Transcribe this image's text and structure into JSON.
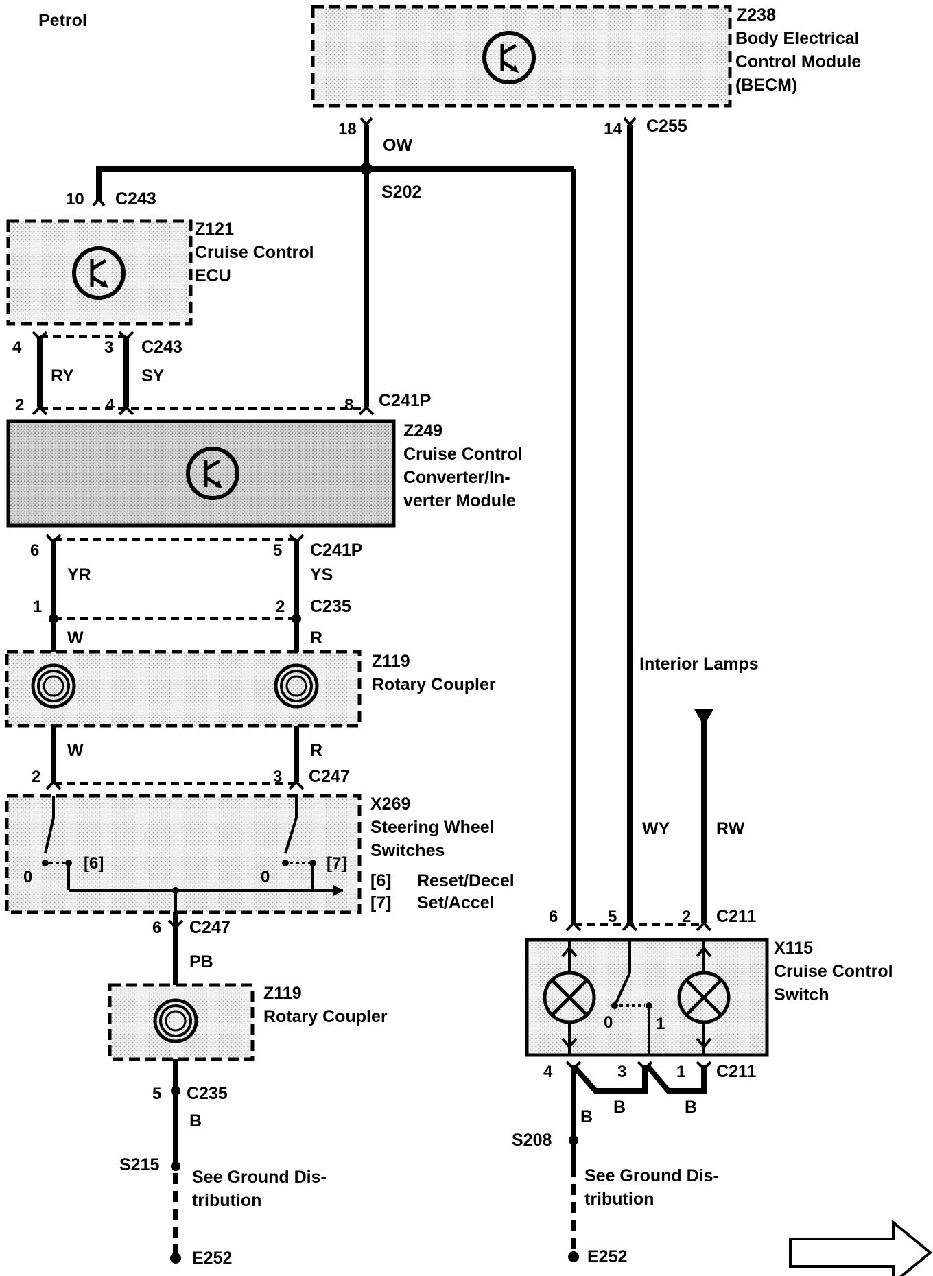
{
  "title": "Petrol",
  "components": {
    "becm": {
      "id": "Z238",
      "line1": "Body Electrical",
      "line2": "Control Module",
      "line3": "(BECM)"
    },
    "cruise_ecu": {
      "id": "Z121",
      "line1": "Cruise Control",
      "line2": "ECU"
    },
    "converter": {
      "id": "Z249",
      "line1": "Cruise Control",
      "line2": "Converter/In-",
      "line3": "verter Module"
    },
    "rotary_coupler_1": {
      "id": "Z119",
      "line1": "Rotary Coupler"
    },
    "steering_switches": {
      "id": "X269",
      "line1": "Steering Wheel",
      "line2": "Switches",
      "note_6_key": "[6]",
      "note_6_label": "Reset/Decel",
      "note_7_key": "[7]",
      "note_7_label": "Set/Accel",
      "sw6_tag": "[6]",
      "sw7_tag": "[7]",
      "sw_pos0_a": "0",
      "sw_pos0_b": "0"
    },
    "rotary_coupler_2": {
      "id": "Z119",
      "line1": "Rotary Coupler"
    },
    "cruise_switch": {
      "id": "X115",
      "line1": "Cruise Control",
      "line2": "Switch",
      "pos0": "0",
      "pos1": "1"
    }
  },
  "connectors": {
    "c255": "C255",
    "c243_top": "C243",
    "c243_mid": "C243",
    "c241p_top": "C241P",
    "c241p_mid": "C241P",
    "c235_top": "C235",
    "c247_top": "C247",
    "c247_bottom": "C247",
    "c235_bottom": "C235",
    "c211_top": "C211",
    "c211_bottom": "C211"
  },
  "splices": {
    "s202": "S202",
    "s215": "S215",
    "s208": "S208"
  },
  "grounds": {
    "e252_left": "E252",
    "e252_right": "E252"
  },
  "wires": {
    "ow": "OW",
    "ry": "RY",
    "sy": "SY",
    "yr": "YR",
    "ys": "YS",
    "w1": "W",
    "r1": "R",
    "w2": "W",
    "r2": "R",
    "pb": "PB",
    "b_left": "B",
    "wy": "WY",
    "rw": "RW",
    "b1": "B",
    "b2": "B",
    "b3": "B"
  },
  "pins": {
    "p18": "18",
    "p14": "14",
    "p10": "10",
    "p4a": "4",
    "p3a": "3",
    "p2a": "2",
    "p4b": "4",
    "p8": "8",
    "p6a": "6",
    "p5a": "5",
    "p1": "1",
    "p2b": "2",
    "p2c": "2",
    "p3b": "3",
    "p6b": "6",
    "p5b": "5",
    "p6c": "6",
    "p5c": "5",
    "p2d": "2",
    "p4c": "4",
    "p3c": "3",
    "p1b": "1"
  },
  "notes": {
    "interior_lamps": "Interior Lamps",
    "ground_left_1": "See Ground Dis-",
    "ground_left_2": "tribution",
    "ground_right_1": "See Ground Dis-",
    "ground_right_2": "tribution"
  },
  "icons": [
    "ecu-symbol-icon",
    "coil-icon",
    "lamp-icon",
    "next-page-arrow-icon"
  ]
}
